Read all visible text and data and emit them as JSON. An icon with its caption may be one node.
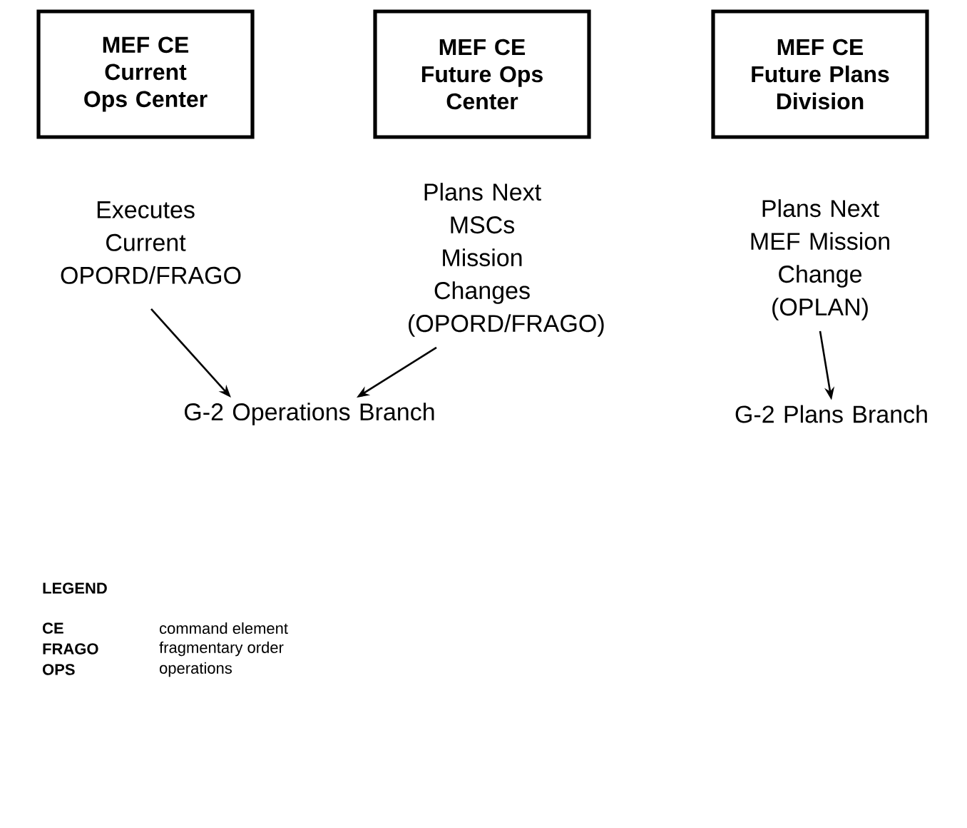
{
  "diagram": {
    "nodes": [
      {
        "text": [
          "MEF CE Current Ops Center"
        ]
      },
      {
        "text": [
          "MEF CE Future Ops Center"
        ]
      },
      {
        "text": [
          "MEF CE Future Plans Division"
        ]
      },
      {
        "text": [
          "Executes Current OPORD/FRAGO"
        ]
      },
      {
        "text": [
          "Plans Next MSCs Mission Changes (OPORD/FRAGO)"
        ]
      },
      {
        "text": [
          "Plans Next MEF Mission Change (OPLAN)"
        ]
      },
      {
        "text": [
          "G-2 Operations Branch"
        ]
      },
      {
        "text": [
          "G-2 Plans Branch"
        ]
      }
    ],
    "edges": [
      {
        "from": 3,
        "to": 6,
        "arrow": "to"
      },
      {
        "from": 4,
        "to": 6,
        "arrow": "to"
      },
      {
        "from": 5,
        "to": 7,
        "arrow": "to"
      }
    ],
    "labels": [
      "LEGEND",
      "CE",
      "command element",
      "FRAGO",
      "fragmentary order",
      "OPS",
      "operations"
    ]
  }
}
